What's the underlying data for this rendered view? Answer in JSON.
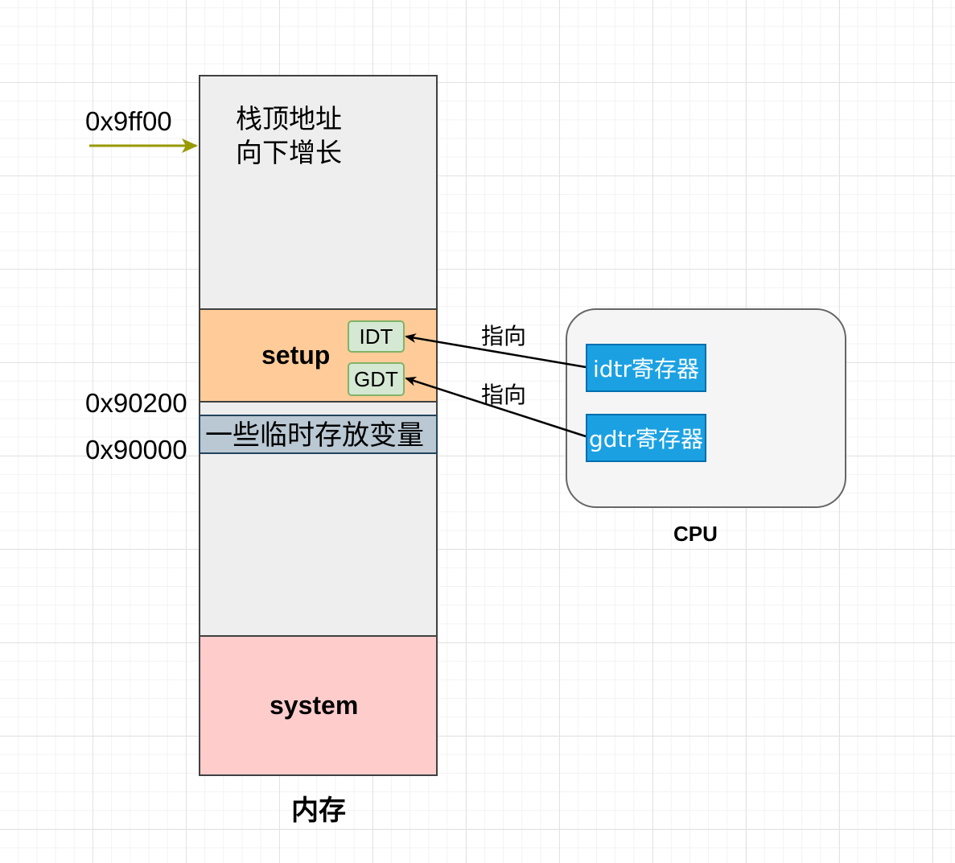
{
  "memory": {
    "stack_note": [
      "栈顶地址",
      "向下增长"
    ],
    "setup_label": "setup",
    "temp_vars_label": "一些临时存放变量",
    "system_label": "system",
    "column_label": "内存",
    "idt_label": "IDT",
    "gdt_label": "GDT"
  },
  "addresses": {
    "stack_top": "0x9ff00",
    "setup_start": "0x90200",
    "vars_start": "0x90000"
  },
  "cpu": {
    "label": "CPU",
    "idtr": "idtr寄存器",
    "gdtr": "gdtr寄存器"
  },
  "arrows": {
    "idtr_to_idt": "指向",
    "gdtr_to_gdt": "指向"
  },
  "colors": {
    "stack_arrow": "#999900",
    "setup_fill": "#ffcc99",
    "vars_fill": "#bac8d3",
    "system_fill": "#ffcccc",
    "table_fill": "#d5e8d4",
    "register_fill": "#1ba1e2"
  }
}
